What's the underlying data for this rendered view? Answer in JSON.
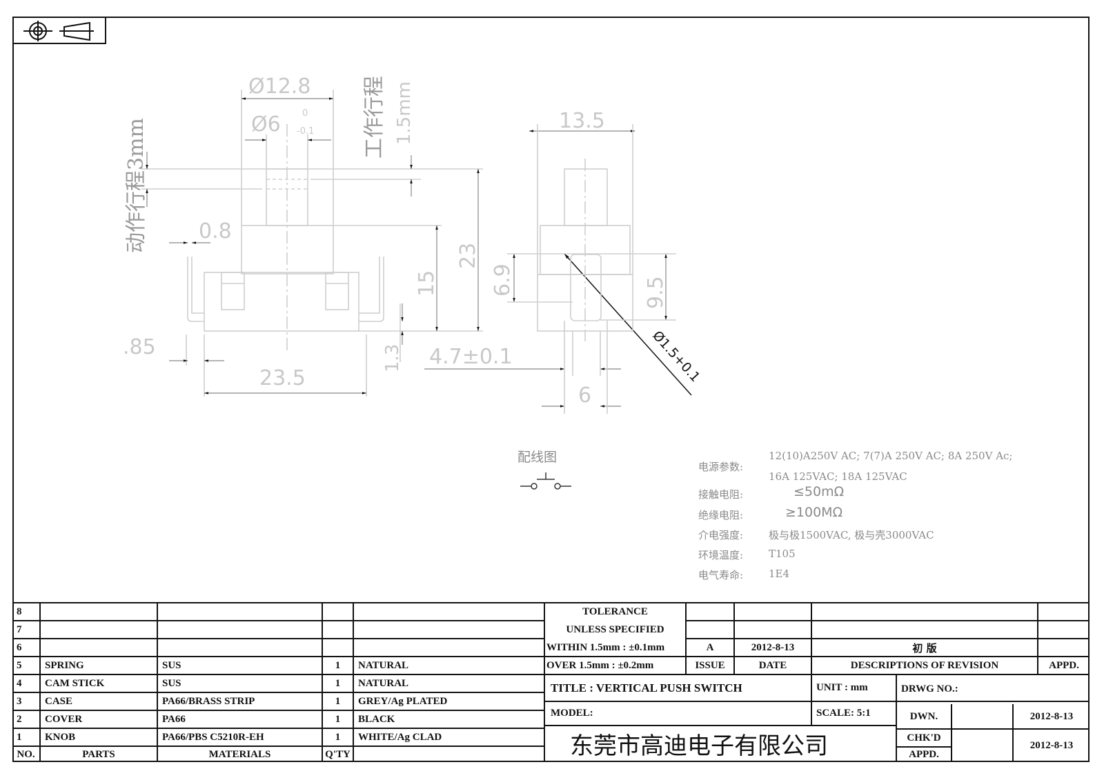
{
  "projection_symbol": {
    "icons": [
      "target-circle-icon",
      "truncated-cone-icon"
    ],
    "meaning": "first-angle projection"
  },
  "front_view": {
    "dimensions": {
      "knob_outer_dia": "Ø12.8",
      "knob_inner_dia": "Ø6",
      "knob_inner_tol_upper": "0",
      "knob_inner_tol_lower": "-0.1",
      "pin_width": "0.8",
      "total_height": "23",
      "body_height": "15",
      "pin_offset": ".85",
      "body_width": "23.5",
      "pin_length": "1.3",
      "pin_spacing": "4.7±0.1"
    },
    "labels": {
      "operating_travel": "动作行程3mm",
      "working_travel": "工作行程",
      "working_travel_value": "1.5mm"
    }
  },
  "side_view": {
    "dimensions": {
      "width": "13.5",
      "height_a": "6.9",
      "height_b": "9.5",
      "hole_dia": "Ø1.5+0.1",
      "pin_width": "6"
    }
  },
  "wiring": {
    "label": "配线图",
    "icon": "push-switch-symbol-icon"
  },
  "specs": {
    "rows": [
      {
        "label": "电源参数:",
        "lines": [
          "12(10)A250V AC; 7(7)A 250V AC; 8A 250V Ac;",
          "16A 125VAC; 18A 125VAC"
        ]
      },
      {
        "label": "接触电阻:",
        "value": "≤50mΩ"
      },
      {
        "label": "绝缘电阻:",
        "value": "≥100MΩ"
      },
      {
        "label": "介电强度:",
        "value": "极与极1500VAC, 极与壳3000VAC"
      },
      {
        "label": "环境温度:",
        "value": "T105"
      },
      {
        "label": "电气寿命:",
        "value": "1E4"
      }
    ]
  },
  "bom": {
    "headers": {
      "no": "NO.",
      "parts": "PARTS",
      "materials": "MATERIALS",
      "qty": "Q'TY",
      "finish": ""
    },
    "rows": [
      {
        "no": "8",
        "part": "",
        "material": "",
        "qty": "",
        "finish": ""
      },
      {
        "no": "7",
        "part": "",
        "material": "",
        "qty": "",
        "finish": ""
      },
      {
        "no": "6",
        "part": "",
        "material": "",
        "qty": "",
        "finish": ""
      },
      {
        "no": "5",
        "part": "SPRING",
        "material": "SUS",
        "qty": "1",
        "finish": "NATURAL"
      },
      {
        "no": "4",
        "part": "CAM STICK",
        "material": "SUS",
        "qty": "1",
        "finish": "NATURAL"
      },
      {
        "no": "3",
        "part": "CASE",
        "material": "PA66/BRASS STRIP",
        "qty": "1",
        "finish": "GREY/Ag PLATED"
      },
      {
        "no": "2",
        "part": "COVER",
        "material": "PA66",
        "qty": "1",
        "finish": "BLACK"
      },
      {
        "no": "1",
        "part": "KNOB",
        "material": "PA66/PBS C5210R-EH",
        "qty": "1",
        "finish": "WHITE/Ag CLAD"
      }
    ]
  },
  "tolerance": {
    "line1": "TOLERANCE",
    "line2": "UNLESS   SPECIFIED",
    "within": "WITHIN 1.5mm : ±0.1mm",
    "over": "OVER 1.5mm : ±0.2mm"
  },
  "revision": {
    "issue": "A",
    "date": "2012-8-13",
    "description": "初  版",
    "appd": "",
    "headers": {
      "issue": "ISSUE",
      "date": "DATE",
      "description": "DESCRIPTIONS OF REVISION",
      "appd": "APPD."
    }
  },
  "title_block": {
    "title": "TITLE :  VERTICAL PUSH SWITCH",
    "model": "MODEL:",
    "unit": "UNIT :  mm",
    "scale": "SCALE:  5:1",
    "drawing_no": "DRWG NO.:",
    "dwn_label": "DWN.",
    "dwn_date": "2012-8-13",
    "chkd_label": "CHK'D",
    "chkd_date": "2012-8-13",
    "appd_label": "APPD.",
    "company": "东莞市高迪电子有限公司"
  }
}
